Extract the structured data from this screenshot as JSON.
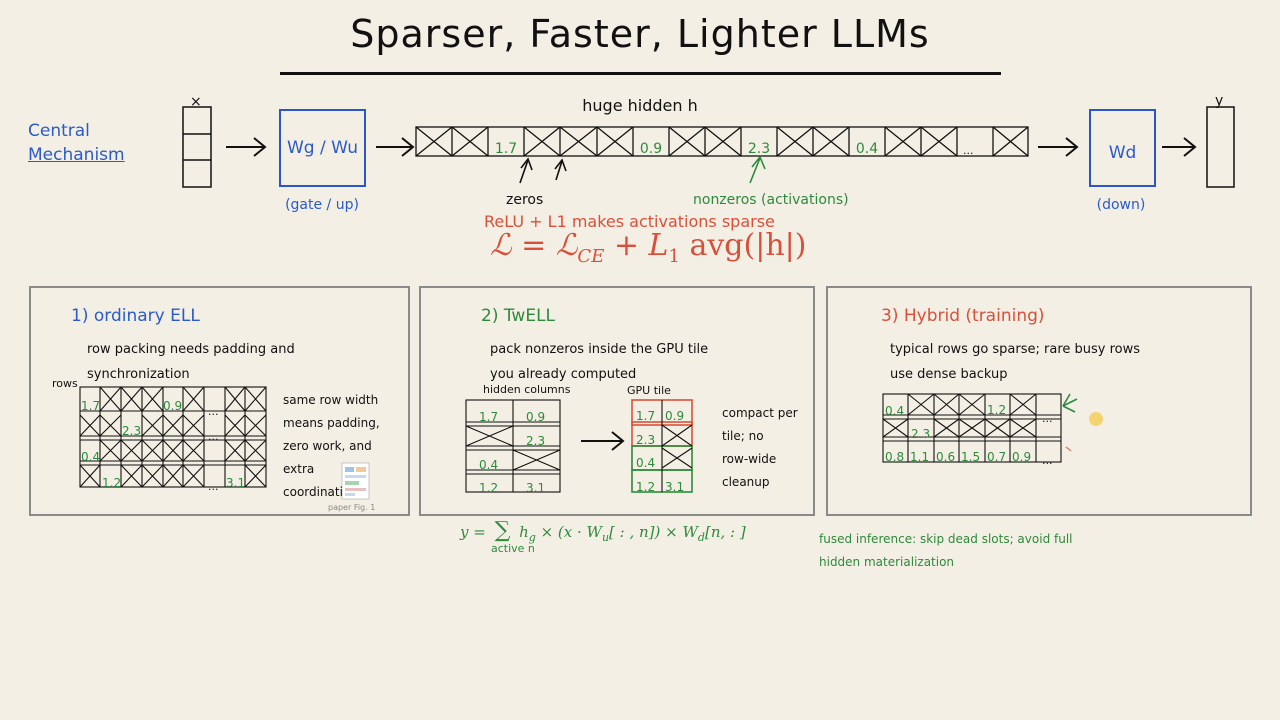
{
  "title": "Sparser, Faster, Lighter LLMs",
  "mechanism": {
    "label_line1": "Central",
    "label_line2": "Mechanism",
    "x_mark": "×",
    "gate_box": "Wg / Wu",
    "gate_caption": "(gate / up)",
    "hidden_title": "huge hidden h",
    "hidden_values": [
      "1.7",
      "0.9",
      "2.3",
      "0.4"
    ],
    "hidden_ellipsis": "...",
    "zeros_label": "zeros",
    "nonzeros_label": "nonzeros (activations)",
    "relu_note": "ReLU + L1 makes activations sparse",
    "loss_formula": "ℒ = ℒ",
    "loss_sub": "CE",
    "loss_rest": " + L",
    "loss_sub2": "1",
    "loss_tail": " avg(|h|)",
    "down_box": "Wd",
    "down_caption": "(down)",
    "y_mark": "y"
  },
  "panel1": {
    "heading": "1) ordinary ELL",
    "desc_line1": "row packing needs padding and",
    "desc_line2": "synchronization",
    "rows_label": "rows",
    "values": [
      "1.7",
      "0.9",
      "2.3",
      "0.4",
      "1.2",
      "3.1"
    ],
    "ellipsis": "...",
    "side_line1": "same row width",
    "side_line2": "means padding,",
    "side_line3": "zero work, and",
    "side_line4": "extra",
    "side_line5": "coordinati",
    "fig_caption": "paper Fig. 1"
  },
  "panel2": {
    "heading": "2) TwELL",
    "desc_line1": "pack nonzeros inside the GPU tile",
    "desc_line2": "you already computed",
    "hidden_columns_label": "hidden columns",
    "gpu_tile_label": "GPU tile",
    "left_values": [
      "1.7",
      "0.9",
      "2.3",
      "0.4",
      "1.2",
      "3.1"
    ],
    "tile_values": [
      "1.7",
      "0.9",
      "2.3",
      "0.4",
      "1.2",
      "3.1"
    ],
    "side_line1": "compact per",
    "side_line2": "tile; no",
    "side_line3": "row-wide",
    "side_line4": "cleanup"
  },
  "panel3": {
    "heading": "3) Hybrid (training)",
    "desc_line1": "typical rows go sparse; rare busy rows",
    "desc_line2": "use dense backup",
    "values_row1": [
      "0.4",
      "1.2"
    ],
    "values_row2": [
      "2.3"
    ],
    "values_row3": [
      "0.8",
      "1.1",
      "0.6",
      "1.5",
      "0.7",
      "0.9"
    ],
    "ellipsis": "..."
  },
  "formula_y": {
    "lhs": "y =",
    "sum": "∑",
    "sub": "active n",
    "body": "h",
    "body_sub": "g",
    "body_rest": " × (x · W",
    "wu_sub": "u",
    "mid": "[ : , n]) × W",
    "wd_sub": "d",
    "tail": "[n, : ]"
  },
  "fused_note_line1": "fused inference: skip dead slots; avoid full",
  "fused_note_line2": "hidden materialization",
  "colors": {
    "background": "#f4efe4",
    "blue": "#2a5bc8",
    "green": "#2d8a3b",
    "red": "#d9503a"
  }
}
